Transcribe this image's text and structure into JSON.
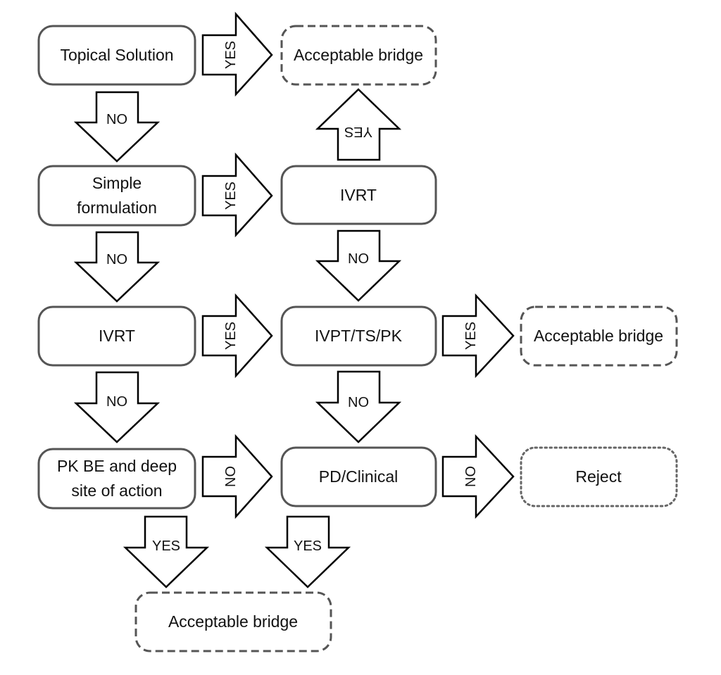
{
  "nodes": {
    "topical_solution": "Topical Solution",
    "bridge_top": "Acceptable bridge",
    "simple_formulation_line1": "Simple",
    "simple_formulation_line2": "formulation",
    "ivrt_right": "IVRT",
    "ivrt_left": "IVRT",
    "ivpt_ts_pk": "IVPT/TS/PK",
    "bridge_right": "Acceptable bridge",
    "pk_be_line1": "PK BE and deep",
    "pk_be_line2": "site of action",
    "pd_clinical": "PD/Clinical",
    "reject": "Reject",
    "bridge_bottom": "Acceptable bridge"
  },
  "arrows": {
    "yes": "YES",
    "no": "NO"
  }
}
